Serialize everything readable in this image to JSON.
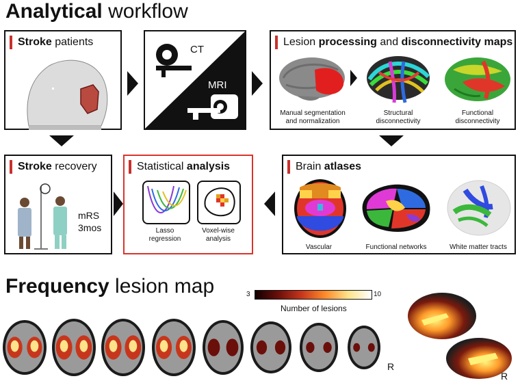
{
  "heading_workflow": {
    "bold": "Analytical",
    "rest": " workflow"
  },
  "panels": {
    "stroke_patients": {
      "bold": "Stroke",
      "rest": "  patients"
    },
    "imaging": {
      "ct": "CT",
      "mri": "MRI"
    },
    "lesion": {
      "t1": "Lesion ",
      "t2": "processing",
      "t3": " and ",
      "t4": "disconnectivity maps",
      "captions": [
        [
          "Manual segmentation",
          "and normalization"
        ],
        [
          "Structural",
          "disconnectivity"
        ],
        [
          "Functional",
          "disconnectivity"
        ]
      ]
    },
    "recovery": {
      "bold": "Stroke",
      "rest": " recovery",
      "mrs": "mRS",
      "mos": "3mos"
    },
    "statistical": {
      "rest": "Statistical ",
      "bold": "analysis",
      "captions": [
        [
          "Lasso",
          "regression"
        ],
        [
          "Voxel-wise",
          "analysis"
        ]
      ]
    },
    "atlases": {
      "rest": "Brain ",
      "bold": "atlases",
      "captions": [
        "Vascular",
        "Functional networks",
        "White matter tracts"
      ]
    }
  },
  "heading_frequency": {
    "bold": "Frequency",
    "rest": " lesion map"
  },
  "colorbar": {
    "min": "3",
    "max": "10",
    "label": "Number of lesions"
  },
  "side_label_1": "R",
  "side_label_2": "R",
  "colors": {
    "accent_red": "#d9342b",
    "lesion_hot": "#ffd24a",
    "lesion_dark": "#6b0f0a"
  }
}
